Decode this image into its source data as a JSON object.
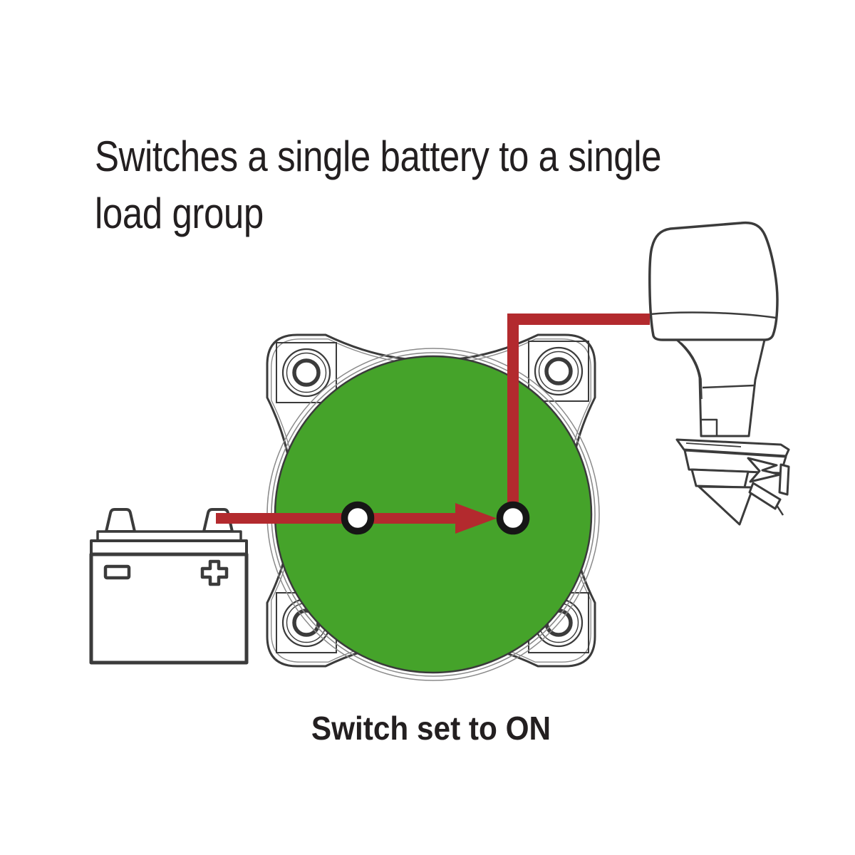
{
  "title": {
    "line1": "Switches a single battery to a single",
    "line2": "load group"
  },
  "caption": "Switch set to ON",
  "colors": {
    "switch_green": "#45a32a",
    "wire_red": "#b32a2e",
    "outline_dark": "#3b3b3b",
    "outline_light": "#8a8a8a",
    "terminal_black": "#161616",
    "text_dark": "#231f20",
    "page_bg": "#ffffff"
  },
  "components": {
    "battery": {
      "icon": "battery-icon",
      "negative_symbol": "−",
      "positive_symbol": "+"
    },
    "switch": {
      "icon": "battery-switch-icon",
      "state": "ON",
      "knob_color": "#45a32a",
      "terminals": 2
    },
    "load": {
      "icon": "outboard-motor-icon"
    },
    "flow": {
      "icon": "power-flow-arrow-icon",
      "from": "battery",
      "to": "load"
    }
  }
}
